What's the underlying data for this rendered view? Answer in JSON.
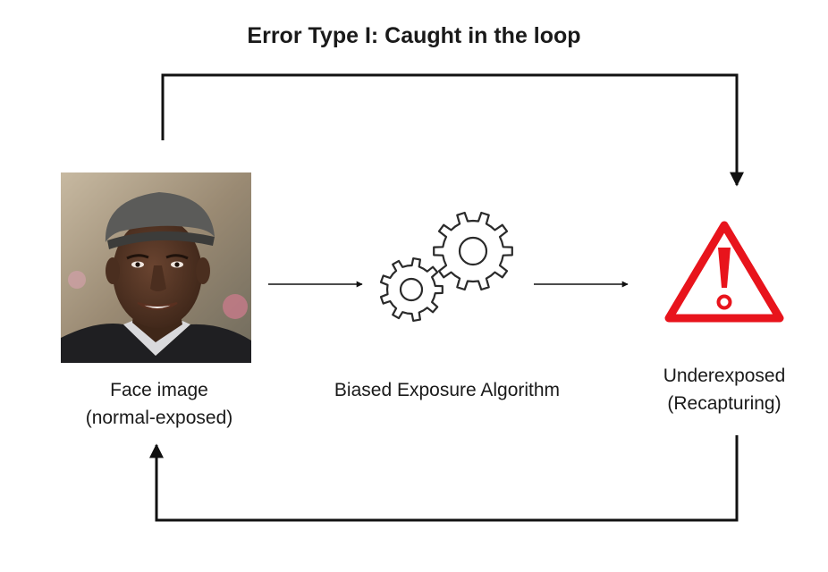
{
  "title": "Error Type I: Caught in the loop",
  "nodes": {
    "face": {
      "line1": "Face image",
      "line2": "(normal-exposed)",
      "icon": "face-photo"
    },
    "algorithm": {
      "label": "Biased Exposure Algorithm",
      "icon": "gears-icon"
    },
    "warning": {
      "line1": "Underexposed",
      "line2": "(Recapturing)",
      "icon": "warning-triangle-icon",
      "color": "#e8141c"
    }
  },
  "edges": [
    {
      "from": "face",
      "to": "algorithm"
    },
    {
      "from": "algorithm",
      "to": "warning"
    },
    {
      "from": "face",
      "to": "warning",
      "route": "top-loop"
    },
    {
      "from": "warning",
      "to": "face",
      "route": "bottom-loop"
    }
  ]
}
